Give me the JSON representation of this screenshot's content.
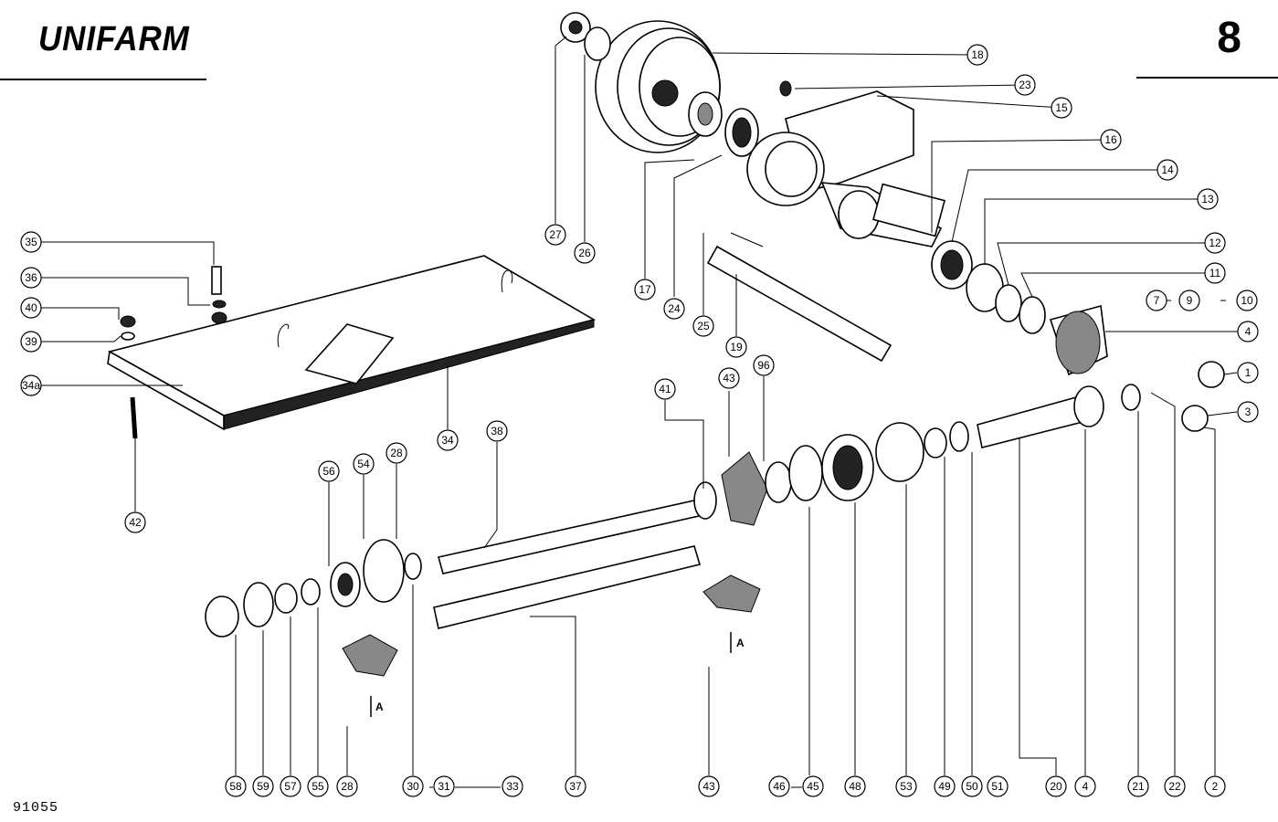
{
  "header": {
    "brand": "UNIFARM",
    "plate_number": "8"
  },
  "footer": {
    "drawing_code": "91055"
  },
  "section_marker": "A",
  "callouts": {
    "p1": "1",
    "p2": "2",
    "p3": "3",
    "p4": "4",
    "p4b": "4",
    "p7": "7",
    "p9": "9",
    "p10": "10",
    "p11": "11",
    "p12": "12",
    "p13": "13",
    "p14": "14",
    "p15": "15",
    "p16": "16",
    "p17": "17",
    "p18": "18",
    "p19": "19",
    "p20": "20",
    "p21": "21",
    "p22": "22",
    "p23": "23",
    "p24": "24",
    "p25": "25",
    "p26": "26",
    "p27": "27",
    "p28a": "28",
    "p28b": "28",
    "p30": "30",
    "p31": "31",
    "p33": "33",
    "p34": "34",
    "p34a": "34a",
    "p35": "35",
    "p36": "36",
    "p37": "37",
    "p38": "38",
    "p39": "39",
    "p40": "40",
    "p41": "41",
    "p42": "42",
    "p43a": "43",
    "p43b": "43",
    "p45": "45",
    "p46": "46",
    "p48": "48",
    "p49": "49",
    "p50": "50",
    "p51": "51",
    "p53": "53",
    "p54": "54",
    "p55": "55",
    "p56": "56",
    "p57": "57",
    "p58": "58",
    "p59": "59",
    "p96": "96"
  }
}
